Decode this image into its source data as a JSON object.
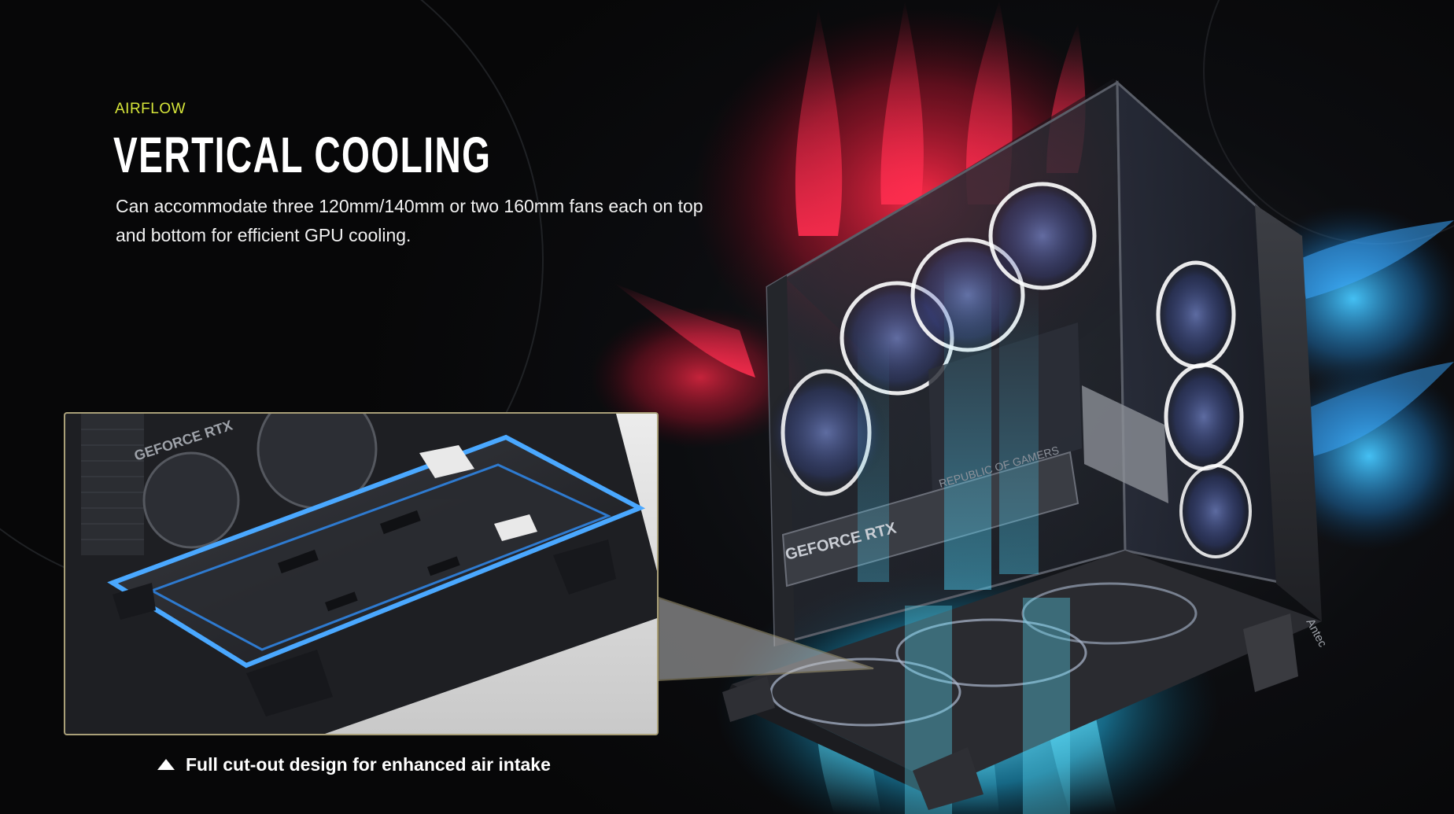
{
  "section": {
    "eyebrow": "AIRFLOW",
    "title": "VERTICAL COOLING",
    "description": "Can accommodate three 120mm/140mm or two 160mm fans each on top and bottom for efficient GPU cooling."
  },
  "inset": {
    "caption": "Full cut-out design for enhanced air intake",
    "caption_icon": "triangle-up-icon",
    "frame_color": "#a99f78",
    "gpu_label": "GEFORCE RTX"
  },
  "hero": {
    "brand": "Antec",
    "gpu_label": "GEFORCE RTX",
    "board_label": "REPUBLIC OF GAMERS"
  },
  "colors": {
    "accent": "#d7e63a",
    "glow_red": "#e0243d",
    "glow_blue": "#2fb8ff",
    "fan_ring": "#ffffff"
  }
}
